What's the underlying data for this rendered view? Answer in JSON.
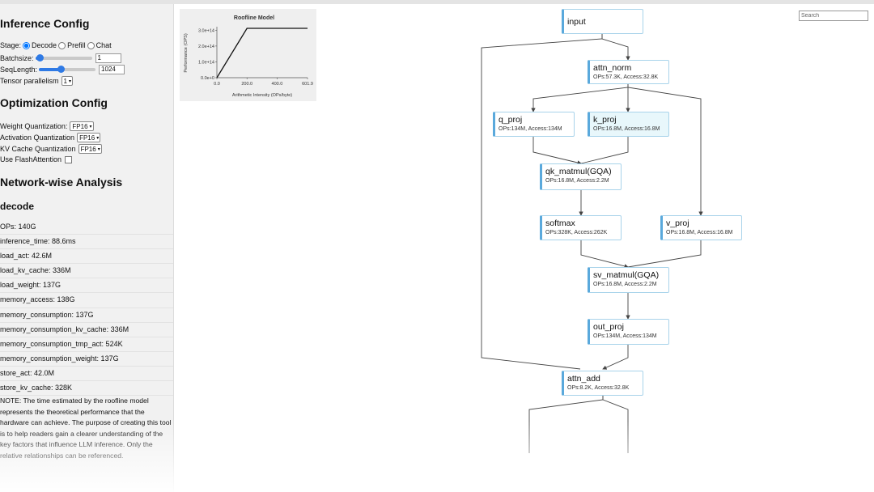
{
  "inference_config": {
    "title": "Inference Config",
    "stage_label": "Stage:",
    "stages": [
      "Decode",
      "Prefill",
      "Chat"
    ],
    "selected_stage": "Decode",
    "batchsize_label": "Batchsize:",
    "batchsize_value": "1",
    "batchsize_fraction": 0.02,
    "seqlength_label": "SeqLength:",
    "seqlength_value": "1024",
    "seqlength_fraction": 0.38,
    "tp_label": "Tensor parallelism",
    "tp_value": "1"
  },
  "optimization_config": {
    "title": "Optimization Config",
    "weight_label": "Weight Quantization:",
    "weight_value": "FP16",
    "activation_label": "Activation Quantization",
    "activation_value": "FP16",
    "kv_label": "KV Cache Quantization",
    "kv_value": "FP16",
    "flash_label": "Use FlashAttention"
  },
  "network_analysis": {
    "title": "Network-wise Analysis",
    "stage_title": "decode",
    "stats": [
      "OPs: 140G",
      "inference_time: 88.6ms",
      "load_act: 42.6M",
      "load_kv_cache: 336M",
      "load_weight: 137G",
      "memory_access: 138G",
      "memory_consumption: 137G",
      "memory_consumption_kv_cache: 336M",
      "memory_consumption_tmp_act: 524K",
      "memory_consumption_weight: 137G",
      "store_act: 42.0M",
      "store_kv_cache: 328K"
    ],
    "note": "NOTE: The time estimated by the roofline model represents the theoretical performance that the hardware can achieve. The purpose of creating this tool is to help readers gain a clearer understanding of the key factors that influence LLM inference. Only the relative relationships can be referenced."
  },
  "search": {
    "placeholder": "Search"
  },
  "chart_data": {
    "type": "line",
    "title": "Roofline Model",
    "xlabel": "Arithmetic Intensity (OPs/byte)",
    "ylabel": "Performance (OPS)",
    "x_ticks": [
      "0.0",
      "200.0",
      "400.0",
      "601.9"
    ],
    "y_ticks": [
      "0.0e+0",
      "1.0e+14",
      "2.0e+14",
      "3.0e+14"
    ],
    "xlim": [
      0,
      601.9
    ],
    "ylim": [
      0,
      312000000000000.0
    ],
    "series": [
      {
        "x": [
          0,
          200,
          601.9
        ],
        "y": [
          0,
          312000000000000.0,
          312000000000000.0
        ]
      }
    ]
  },
  "graph": {
    "nodes": [
      {
        "id": "input",
        "title": "input",
        "sub": ""
      },
      {
        "id": "attn_norm",
        "title": "attn_norm",
        "sub": "OPs:57.3K, Access:32.8K"
      },
      {
        "id": "q_proj",
        "title": "q_proj",
        "sub": "OPs:134M, Access:134M"
      },
      {
        "id": "k_proj",
        "title": "k_proj",
        "sub": "OPs:16.8M, Access:16.8M"
      },
      {
        "id": "qk_matmul",
        "title": "qk_matmul(GQA)",
        "sub": "OPs:16.8M, Access:2.2M"
      },
      {
        "id": "softmax",
        "title": "softmax",
        "sub": "OPs:328K, Access:262K"
      },
      {
        "id": "v_proj",
        "title": "v_proj",
        "sub": "OPs:16.8M, Access:16.8M"
      },
      {
        "id": "sv_matmul",
        "title": "sv_matmul(GQA)",
        "sub": "OPs:16.8M, Access:2.2M"
      },
      {
        "id": "out_proj",
        "title": "out_proj",
        "sub": "OPs:134M, Access:134M"
      },
      {
        "id": "attn_add",
        "title": "attn_add",
        "sub": "OPs:8.2K, Access:32.8K"
      }
    ]
  }
}
